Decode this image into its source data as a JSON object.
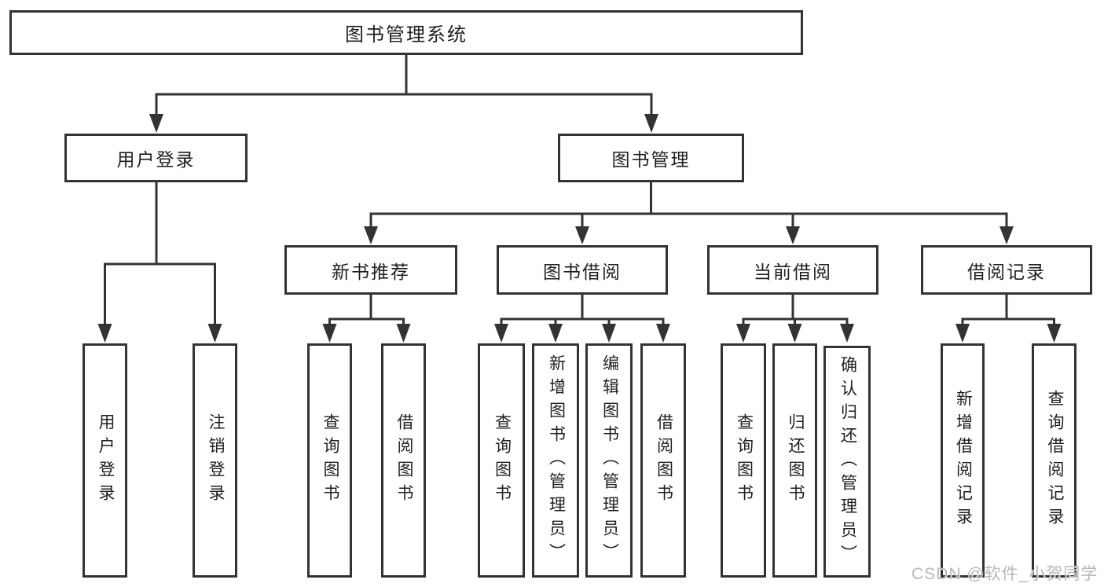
{
  "diagram": {
    "tree": {
      "label": "图书管理系统",
      "children": [
        {
          "label": "用户登录",
          "children": [
            {
              "label": "用户登录"
            },
            {
              "label": "注销登录"
            }
          ]
        },
        {
          "label": "图书管理",
          "children": [
            {
              "label": "新书推荐",
              "children": [
                {
                  "label": "查询图书"
                },
                {
                  "label": "借阅图书"
                }
              ]
            },
            {
              "label": "图书借阅",
              "children": [
                {
                  "label": "查询图书"
                },
                {
                  "label": "新增图书（管理员）"
                },
                {
                  "label": "编辑图书（管理员）"
                },
                {
                  "label": "借阅图书"
                }
              ]
            },
            {
              "label": "当前借阅",
              "children": [
                {
                  "label": "查询图书"
                },
                {
                  "label": "归还图书"
                },
                {
                  "label": "确认归还（管理员）"
                }
              ]
            },
            {
              "label": "借阅记录",
              "children": [
                {
                  "label": "新增借阅记录"
                },
                {
                  "label": "查询借阅记录"
                }
              ]
            }
          ]
        }
      ]
    },
    "colors": {
      "line": "#333333",
      "box_border": "#333333",
      "text": "#1f1f1f",
      "watermark": "#b9b9b9",
      "background": "#ffffff"
    },
    "watermark": {
      "text": "CSDN @软件_小贺同学"
    }
  }
}
